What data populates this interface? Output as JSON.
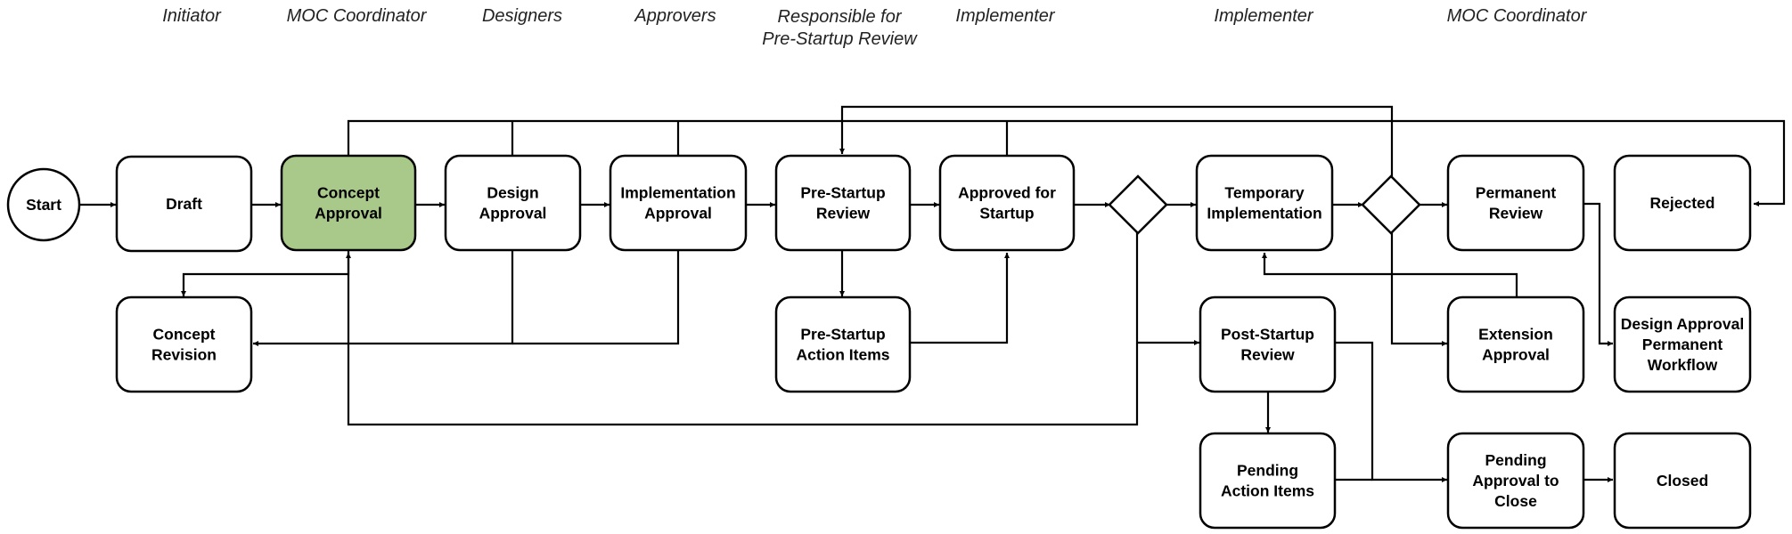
{
  "roles": [
    {
      "id": "initiator",
      "lines": [
        "Initiator"
      ]
    },
    {
      "id": "moc-coordinator-1",
      "lines": [
        "MOC Coordinator"
      ]
    },
    {
      "id": "designers",
      "lines": [
        "Designers"
      ]
    },
    {
      "id": "approvers",
      "lines": [
        "Approvers"
      ]
    },
    {
      "id": "responsible-psr",
      "lines": [
        "Responsible for",
        "Pre-Startup Review"
      ]
    },
    {
      "id": "implementer-1",
      "lines": [
        "Implementer"
      ]
    },
    {
      "id": "implementer-2",
      "lines": [
        "Implementer"
      ]
    },
    {
      "id": "moc-coordinator-2",
      "lines": [
        "MOC Coordinator"
      ]
    }
  ],
  "nodes": [
    {
      "id": "start",
      "lines": [
        "Start"
      ]
    },
    {
      "id": "draft",
      "lines": [
        "Draft"
      ]
    },
    {
      "id": "concept-approval",
      "lines": [
        "Concept",
        "Approval"
      ]
    },
    {
      "id": "design-approval",
      "lines": [
        "Design",
        "Approval"
      ]
    },
    {
      "id": "implementation-approval",
      "lines": [
        "Implementation",
        "Approval"
      ]
    },
    {
      "id": "pre-startup-review",
      "lines": [
        "Pre-Startup",
        "Review"
      ]
    },
    {
      "id": "approved-for-startup",
      "lines": [
        "Approved for",
        "Startup"
      ]
    },
    {
      "id": "temporary-implementation",
      "lines": [
        "Temporary",
        "Implementation"
      ]
    },
    {
      "id": "permanent-review",
      "lines": [
        "Permanent",
        "Review"
      ]
    },
    {
      "id": "rejected",
      "lines": [
        "Rejected"
      ]
    },
    {
      "id": "concept-revision",
      "lines": [
        "Concept",
        "Revision"
      ]
    },
    {
      "id": "pre-startup-action-items",
      "lines": [
        "Pre-Startup",
        "Action Items"
      ]
    },
    {
      "id": "post-startup-review",
      "lines": [
        "Post-Startup",
        "Review"
      ]
    },
    {
      "id": "extension-approval",
      "lines": [
        "Extension",
        "Approval"
      ]
    },
    {
      "id": "design-approval-permanent-workflow",
      "lines": [
        "Design Approval",
        "Permanent",
        "Workflow"
      ]
    },
    {
      "id": "pending-action-items",
      "lines": [
        "Pending",
        "Action Items"
      ]
    },
    {
      "id": "pending-approval-to-close",
      "lines": [
        "Pending",
        "Approval to",
        "Close"
      ]
    },
    {
      "id": "closed",
      "lines": [
        "Closed"
      ]
    }
  ],
  "colors": {
    "active_fill": "#a9c98a",
    "line": "#000000"
  }
}
